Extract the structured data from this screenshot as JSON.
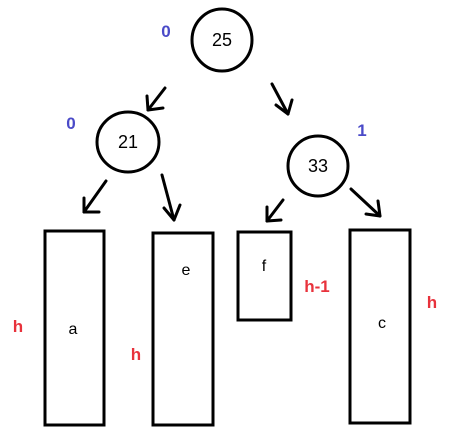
{
  "nodes": {
    "root": {
      "key": "25",
      "balance": "0"
    },
    "left": {
      "key": "21",
      "balance": "0"
    },
    "right": {
      "key": "33",
      "balance": "1"
    }
  },
  "subtrees": {
    "a": {
      "label": "a",
      "height": "h"
    },
    "e": {
      "label": "e",
      "height": "h"
    },
    "f": {
      "label": "f",
      "height": "h-1"
    },
    "c": {
      "label": "c",
      "height": "h"
    }
  },
  "colors": {
    "balance": "#4a4ac8",
    "height": "#e8323c",
    "stroke": "#000000"
  }
}
